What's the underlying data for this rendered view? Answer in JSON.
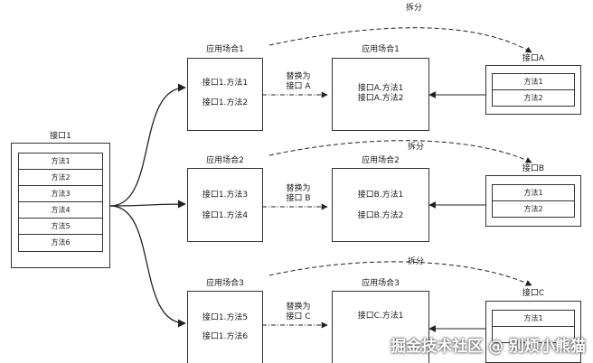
{
  "interface1": {
    "title": "接口1",
    "methods": [
      "方法1",
      "方法2",
      "方法3",
      "方法4",
      "方法5",
      "方法6"
    ]
  },
  "scenarios": [
    {
      "label": "应用场合1",
      "left_lines": [
        "接口1.方法1",
        "接口1.方法2"
      ],
      "replace_line1": "替换为",
      "replace_line2": "接口 A",
      "target_label": "应用场合1",
      "right_lines": [
        "接口A.方法1",
        "接口A.方法2"
      ],
      "split_label": "拆分",
      "interface_title": "接口A",
      "interface_methods": [
        "方法1",
        "方法2"
      ]
    },
    {
      "label": "应用场合2",
      "left_lines": [
        "接口1.方法3",
        "接口1.方法4"
      ],
      "replace_line1": "替换为",
      "replace_line2": "接口 B",
      "target_label": "应用场合2",
      "right_lines": [
        "接口B.方法1",
        "接口B.方法2"
      ],
      "split_label": "拆分",
      "interface_title": "接口B",
      "interface_methods": [
        "方法1",
        "方法2"
      ]
    },
    {
      "label": "应用场合3",
      "left_lines": [
        "接口1.方法5",
        "接口1.方法6"
      ],
      "replace_line1": "替换为",
      "replace_line2": "接口 C",
      "target_label": "应用场合3",
      "right_lines": [
        "接口C.方法1",
        ""
      ],
      "split_label": "拆分",
      "interface_title": "接口C",
      "interface_methods": [
        "方法1",
        ""
      ]
    }
  ],
  "watermark": "掘金技术社区 @ 别烦小熊猫"
}
